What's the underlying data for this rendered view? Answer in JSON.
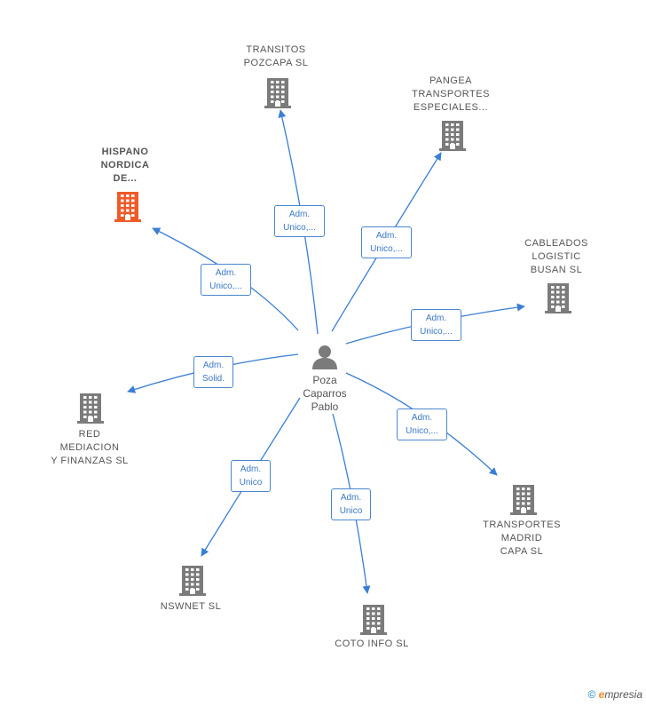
{
  "center": {
    "label": "Poza\nCaparros\nPablo"
  },
  "colors": {
    "edge": "#3a7fd5",
    "building": "#7b7b7b",
    "highlight": "#f05a28"
  },
  "nodes": [
    {
      "id": "transitos",
      "label": "TRANSITOS\nPOZCAPA  SL",
      "relation": "Adm.\nUnico,...",
      "highlight": false
    },
    {
      "id": "pangea",
      "label": "PANGEA\nTRANSPORTES\nESPECIALES...",
      "relation": "Adm.\nUnico,...",
      "highlight": false
    },
    {
      "id": "hispano",
      "label": "HISPANO\nNORDICA\nDE...",
      "relation": "Adm.\nUnico,...",
      "highlight": true
    },
    {
      "id": "cableados",
      "label": "CABLEADOS\nLOGISTIC\nBUSAN  SL",
      "relation": "Adm.\nUnico,...",
      "highlight": false
    },
    {
      "id": "red",
      "label": "RED\nMEDIACION\nY FINANZAS SL",
      "relation": "Adm.\nSolid.",
      "highlight": false
    },
    {
      "id": "transportes",
      "label": "TRANSPORTES\nMADRID\nCAPA  SL",
      "relation": "Adm.\nUnico,...",
      "highlight": false
    },
    {
      "id": "nswnet",
      "label": "NSWNET SL",
      "relation": "Adm.\nUnico",
      "highlight": false
    },
    {
      "id": "coto",
      "label": "COTO INFO SL",
      "relation": "Adm.\nUnico",
      "highlight": false
    }
  ],
  "footer": {
    "copyright": "©",
    "brand_e": "e",
    "brand_rest": "mpresia"
  }
}
